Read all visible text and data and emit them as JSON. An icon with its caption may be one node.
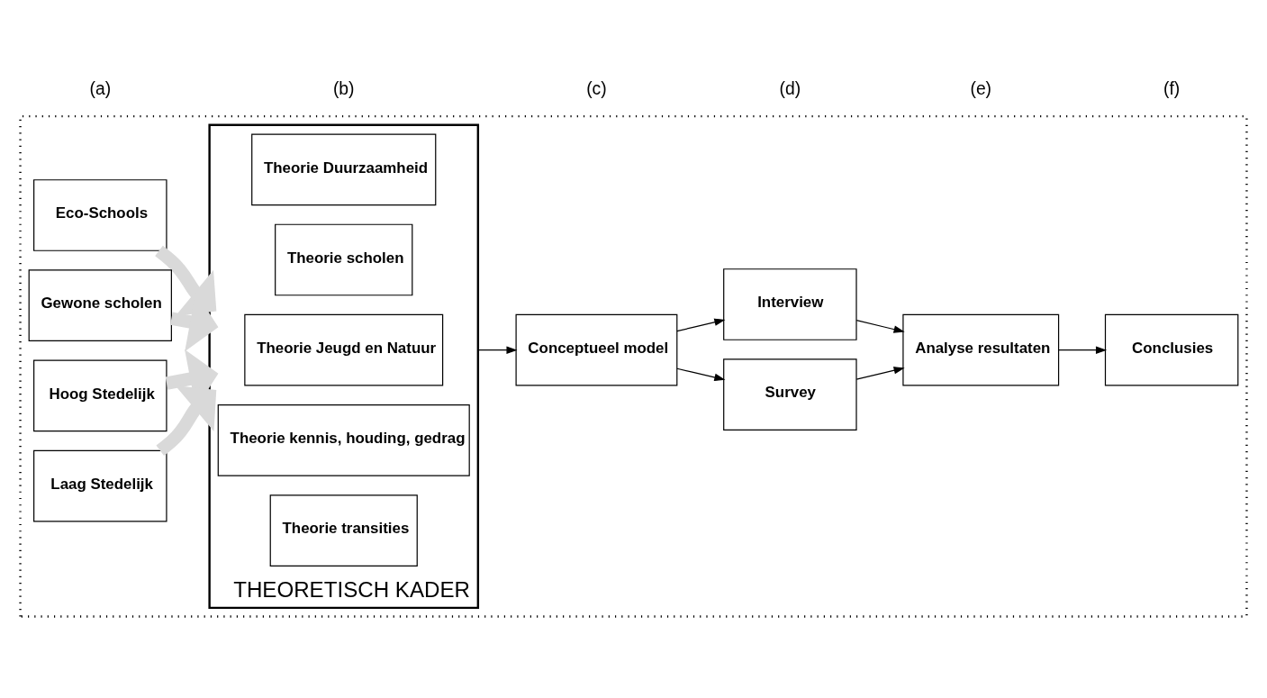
{
  "diagram": {
    "nodes": [
      {
        "text": [],
        "shape": "box"
      },
      {
        "text": [
          "Eco-Schools"
        ],
        "in": 0
      },
      {
        "text": [
          "Gewone scholen"
        ],
        "in": 0
      },
      {
        "text": [
          "Hoog Stedelijk"
        ],
        "in": 0
      },
      {
        "text": [
          "Laag Stedelijk"
        ],
        "in": 0
      },
      {
        "text": [
          "THEORETISCH KADER"
        ],
        "in": 0
      },
      {
        "text": [
          "Theorie Duurzaamheid"
        ],
        "in": 5
      },
      {
        "text": [
          "Theorie scholen"
        ],
        "in": 5
      },
      {
        "text": [
          "Theorie Jeugd en Natuur"
        ],
        "in": 5
      },
      {
        "text": [
          "Theorie kennis, houding, gedrag"
        ],
        "in": 5
      },
      {
        "text": [
          "Theorie transities"
        ],
        "in": 5
      },
      {
        "text": [
          "Conceptueel model"
        ],
        "in": 0
      },
      {
        "text": [
          "Survey"
        ],
        "in": 0
      },
      {
        "text": [
          "Interview"
        ],
        "in": 0
      },
      {
        "text": [
          "Analyse resultaten"
        ],
        "in": 0
      },
      {
        "text": [
          "Conclusies"
        ],
        "in": 0
      }
    ],
    "edges": [
      {
        "from": 1,
        "to": 5,
        "arrow": "to",
        "style": "thick",
        "color": "#d9d9d9"
      },
      {
        "from": 2,
        "to": 5,
        "arrow": "to",
        "style": "thick",
        "color": "#d9d9d9"
      },
      {
        "from": 3,
        "to": 5,
        "arrow": "to",
        "style": "thick",
        "color": "#d9d9d9"
      },
      {
        "from": 4,
        "to": 5,
        "arrow": "to",
        "style": "thick",
        "color": "#d9d9d9"
      },
      {
        "from": 5,
        "to": 11,
        "arrow": "to"
      },
      {
        "from": 11,
        "to": 12,
        "arrow": "to"
      },
      {
        "from": 11,
        "to": 13,
        "arrow": "to"
      },
      {
        "from": 12,
        "to": 14,
        "arrow": "to"
      },
      {
        "from": 13,
        "to": 14,
        "arrow": "to"
      },
      {
        "from": 14,
        "to": 15,
        "arrow": "to"
      }
    ],
    "labels": [
      "(a)",
      "(b)",
      "(c)",
      "(d)",
      "(e)",
      "(f)"
    ]
  }
}
